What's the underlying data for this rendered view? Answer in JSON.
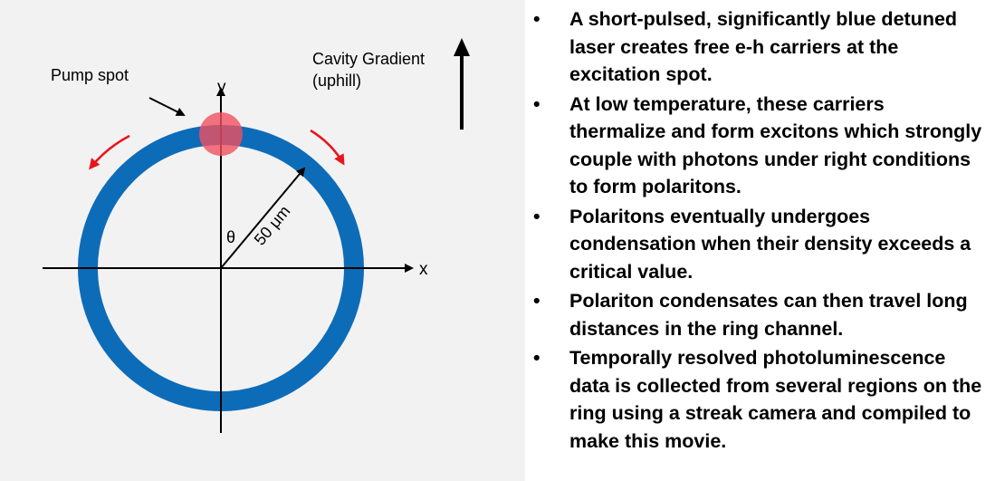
{
  "diagram": {
    "pump_label": "Pump spot",
    "gradient_label_line1": "Cavity Gradient",
    "gradient_label_line2": "(uphill)",
    "axis_x_label": "x",
    "axis_y_label": "y",
    "angle_label": "θ",
    "radius_label": "50 μm",
    "colors": {
      "panel_background": "#f2f2f2",
      "ring": "#0d6cb8",
      "pump_spot": "#f05060",
      "arrow_red": "#e8151b",
      "axis": "#000000"
    }
  },
  "bullets": {
    "marker": "•",
    "items": [
      "A short-pulsed, significantly blue detuned laser creates free e-h carriers at the excitation spot.",
      "At low temperature, these carriers thermalize and form excitons which strongly couple with photons under right conditions to form polaritons.",
      "Polaritons eventually undergoes condensation when their density exceeds a critical value.",
      "Polariton condensates can then travel long distances in the ring channel.",
      "Temporally resolved photoluminescence data is collected from several regions on the ring using a streak camera and compiled to make this movie."
    ]
  }
}
